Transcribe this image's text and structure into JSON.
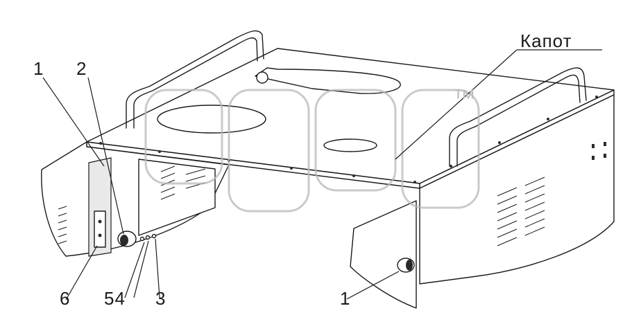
{
  "labels": {
    "kapot": "Капот",
    "c1_left": "1",
    "c2": "2",
    "c6": "6",
    "c54": "54",
    "c3": "3",
    "c1_right": "1"
  },
  "watermark": {
    "trademark": "™"
  }
}
